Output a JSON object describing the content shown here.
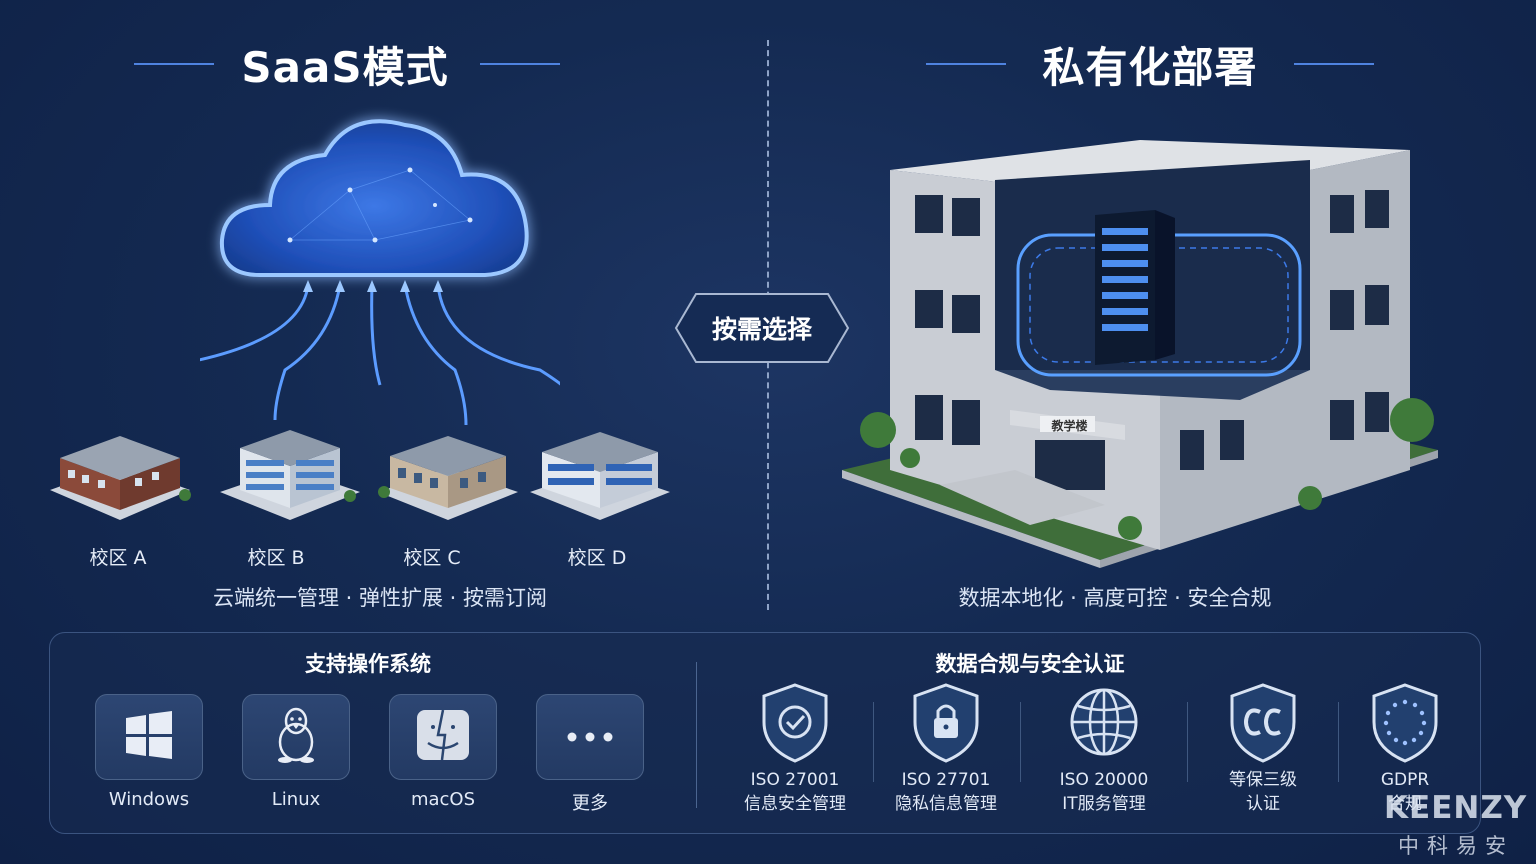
{
  "left_section": {
    "title": "SaaS模式",
    "campuses": [
      "校区 A",
      "校区 B",
      "校区 C",
      "校区 D"
    ],
    "features": "云端统一管理 · 弹性扩展 · 按需订阅"
  },
  "center": {
    "choice": "按需选择"
  },
  "right_section": {
    "title": "私有化部署",
    "building_sign": "教学楼",
    "features": "数据本地化 · 高度可控 · 安全合规"
  },
  "os_panel": {
    "title": "支持操作系统",
    "items": [
      {
        "label": "Windows",
        "icon": "windows-icon"
      },
      {
        "label": "Linux",
        "icon": "linux-icon"
      },
      {
        "label": "macOS",
        "icon": "macos-icon"
      },
      {
        "label": "更多",
        "icon": "more-icon"
      }
    ]
  },
  "cert_panel": {
    "title": "数据合规与安全认证",
    "items": [
      {
        "line1": "ISO 27001",
        "line2": "信息安全管理",
        "icon": "shield-check-icon"
      },
      {
        "line1": "ISO 27701",
        "line2": "隐私信息管理",
        "icon": "lock-shield-icon"
      },
      {
        "line1": "ISO 20000",
        "line2": "IT服务管理",
        "icon": "globe-icon"
      },
      {
        "line1": "等保三级",
        "line2": "认证",
        "icon": "cc-shield-icon"
      },
      {
        "line1": "GDPR",
        "line2": "合规",
        "icon": "eu-stars-shield-icon"
      }
    ]
  },
  "logo": {
    "en": "KEENZY",
    "cn": "中科易安"
  },
  "colors": {
    "accent": "#4f83e0",
    "glow": "#5aa0ff",
    "background": "#142a52"
  }
}
